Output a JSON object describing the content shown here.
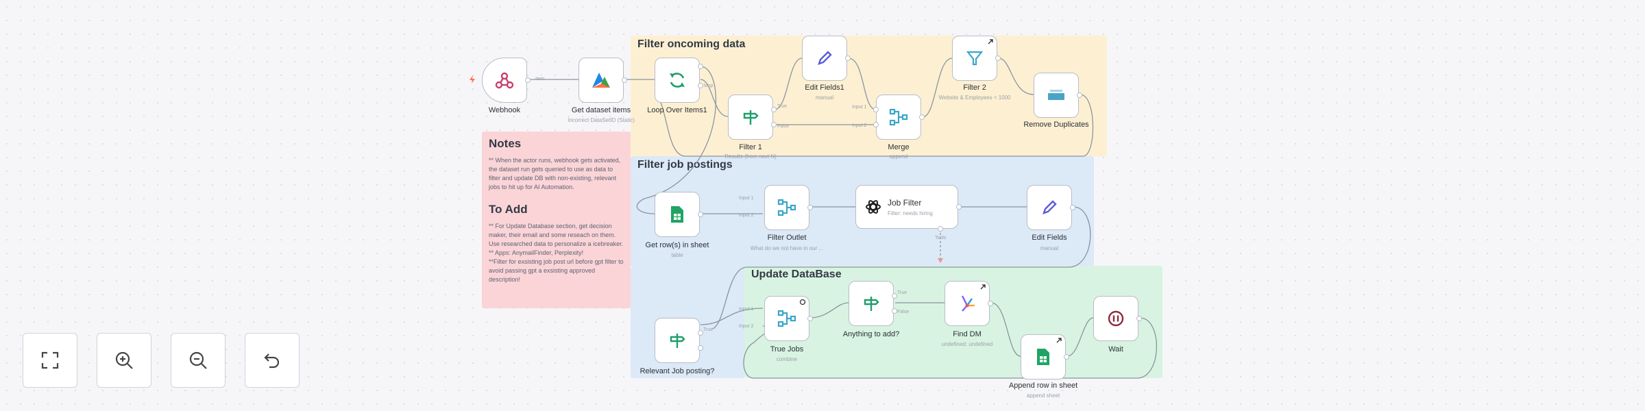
{
  "sections": {
    "filter_data": "Filter oncoming data",
    "filter_jobs": "Filter job postings",
    "update_db": "Update DataBase"
  },
  "notes": {
    "title": "Notes",
    "body": "** When the actor runs, webhook gets activated, the dataset run gets queried to use as data to filter and update DB with non-existing, relevant jobs to hit up for AI Automation.",
    "todo_title": "To Add",
    "todo_body": "** For Update Database section, get decision maker, their email and some reseach on them. Use researched data to personalize a icebreaker.\n** Apps: AnymailFinder, Perplexity!\n**Filter for exsisting job post url before gpt filter to avoid passing gpt a exsisting approved description!"
  },
  "nodes": {
    "webhook": {
      "label": "Webhook",
      "sub": ""
    },
    "get_dataset": {
      "label": "Get dataset items",
      "sub": "Incorrect DataSetID (Static)"
    },
    "loop": {
      "label": "Loop Over Items1",
      "sub": ""
    },
    "filter1": {
      "label": "Filter 1",
      "sub": "Results (from next N)"
    },
    "edit_fields1": {
      "label": "Edit Fields1",
      "sub": "manual"
    },
    "merge": {
      "label": "Merge",
      "sub": "append"
    },
    "filter2": {
      "label": "Filter 2",
      "sub": "Website & Employees < 1000"
    },
    "remove_dup": {
      "label": "Remove Duplicates",
      "sub": ""
    },
    "get_rows": {
      "label": "Get row(s) in sheet",
      "sub": "table"
    },
    "filter_outlet": {
      "label": "Filter Outlet",
      "sub": "What do we not have in our ..."
    },
    "job_filter": {
      "label": "Job Filter",
      "sub": "Filter: needs hiring"
    },
    "edit_fields": {
      "label": "Edit Fields",
      "sub": "manual"
    },
    "relevant": {
      "label": "Relevant Job posting?",
      "sub": ""
    },
    "true_jobs": {
      "label": "True Jobs",
      "sub": "combine"
    },
    "anything": {
      "label": "Anything to add?",
      "sub": ""
    },
    "find_dm": {
      "label": "Find DM",
      "sub": "undefined: undefined"
    },
    "append_row": {
      "label": "Append row in sheet",
      "sub": "append sheet"
    },
    "wait": {
      "label": "Wait",
      "sub": ""
    }
  },
  "edge_labels": {
    "webhook_out": "Item",
    "loop_done": "loop",
    "true": "True",
    "false": "False",
    "input1": "Input 1",
    "input2": "Input 2",
    "tools": "Tools"
  },
  "controls": {
    "fit": "fit-view-icon",
    "zoom_in": "zoom-in-icon",
    "zoom_out": "zoom-out-icon",
    "reset": "reset-zoom-icon"
  },
  "colors": {
    "yellow_section": "#fdf0d2",
    "blue_section": "#dce9f7",
    "green_section": "#d8f3e2",
    "notes": "#fbd4d8",
    "edge": "#8c93a0"
  }
}
